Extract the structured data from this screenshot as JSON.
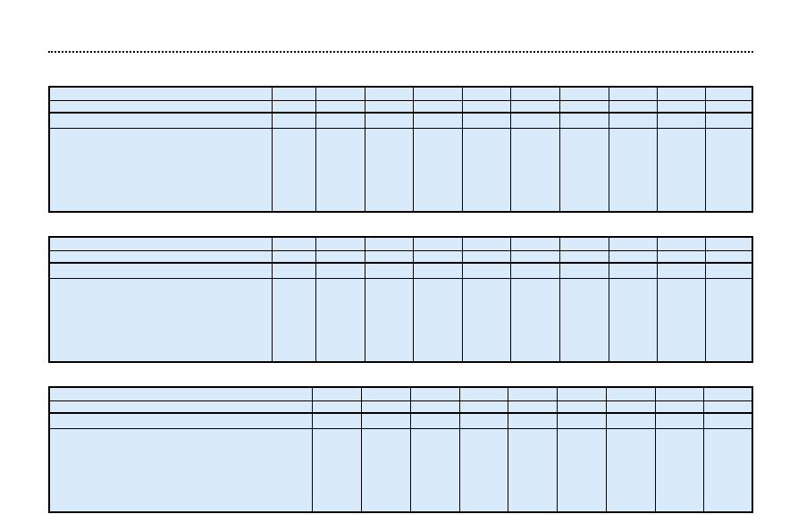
{
  "sheet": {
    "tables": [
      {
        "id": "block-1",
        "rows": 4,
        "cols": 11
      },
      {
        "id": "block-2",
        "rows": 4,
        "cols": 11
      },
      {
        "id": "block-3",
        "rows": 4,
        "cols": 10
      }
    ]
  }
}
